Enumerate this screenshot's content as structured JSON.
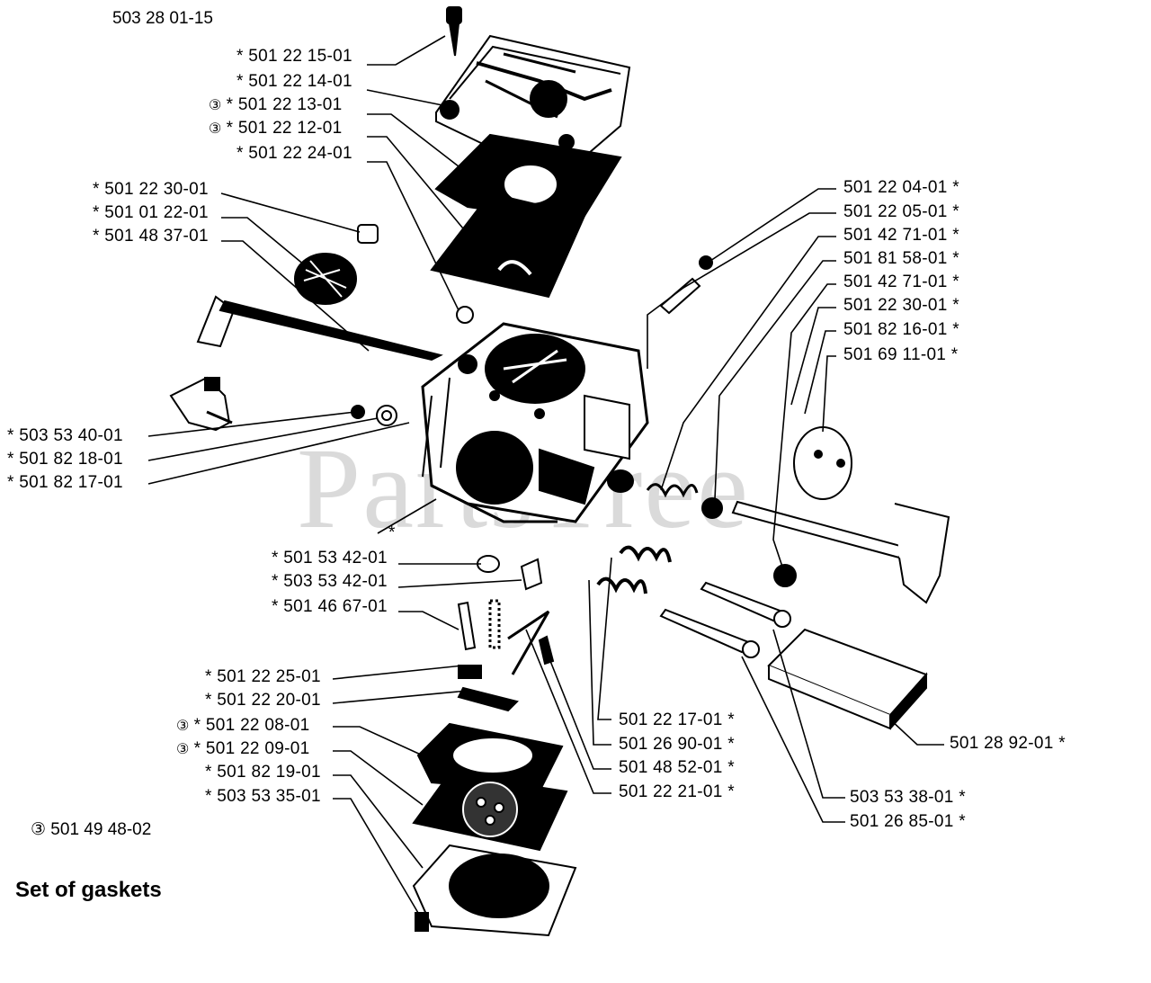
{
  "title": "503 28 01-15",
  "watermark": "PartsTree",
  "kit_note": "③ 501 49 48-02",
  "set_note": "Set of gaskets",
  "callouts_left": [
    {
      "mark": "",
      "star": "*",
      "part": "501 22 15-01"
    },
    {
      "mark": "",
      "star": "*",
      "part": "501 22 14-01"
    },
    {
      "mark": "③",
      "star": "*",
      "part": "501 22 13-01"
    },
    {
      "mark": "③",
      "star": "*",
      "part": "501 22 12-01"
    },
    {
      "mark": "",
      "star": "*",
      "part": "501 22 24-01"
    },
    {
      "mark": "",
      "star": "*",
      "part": "501 22 30-01"
    },
    {
      "mark": "",
      "star": "*",
      "part": "501 01 22-01"
    },
    {
      "mark": "",
      "star": "*",
      "part": "501 48 37-01"
    },
    {
      "mark": "",
      "star": "*",
      "part": "503 53 40-01"
    },
    {
      "mark": "",
      "star": "*",
      "part": "501 82 18-01"
    },
    {
      "mark": "",
      "star": "*",
      "part": "501 82 17-01"
    },
    {
      "mark": "",
      "star": "*",
      "part": "501 53 42-01"
    },
    {
      "mark": "",
      "star": "*",
      "part": "503 53 42-01"
    },
    {
      "mark": "",
      "star": "*",
      "part": "501 46 67-01"
    },
    {
      "mark": "",
      "star": "*",
      "part": "501 22 25-01"
    },
    {
      "mark": "",
      "star": "*",
      "part": "501 22 20-01"
    },
    {
      "mark": "③",
      "star": "*",
      "part": "501 22 08-01"
    },
    {
      "mark": "③",
      "star": "*",
      "part": "501 22 09-01"
    },
    {
      "mark": "",
      "star": "*",
      "part": "501 82 19-01"
    },
    {
      "mark": "",
      "star": "*",
      "part": "503 53 35-01"
    }
  ],
  "callouts_right": [
    {
      "part": "501 22 04-01",
      "star": "*"
    },
    {
      "part": "501 22 05-01",
      "star": "*"
    },
    {
      "part": "501 42 71-01",
      "star": "*"
    },
    {
      "part": "501 81 58-01",
      "star": "*"
    },
    {
      "part": "501 42 71-01",
      "star": "*"
    },
    {
      "part": "501 22 30-01",
      "star": "*"
    },
    {
      "part": "501 82 16-01",
      "star": "*"
    },
    {
      "part": "501 69 11-01",
      "star": "*"
    }
  ],
  "callouts_bottom": [
    {
      "part": "501 22 17-01",
      "star": "*"
    },
    {
      "part": "501 26 90-01",
      "star": "*"
    },
    {
      "part": "501 48 52-01",
      "star": "*"
    },
    {
      "part": "501 22 21-01",
      "star": "*"
    },
    {
      "part": "503 53 38-01",
      "star": "*"
    },
    {
      "part": "501 26 85-01",
      "star": "*"
    },
    {
      "part": "501 28 92-01",
      "star": "*"
    }
  ],
  "body_marker": "*"
}
